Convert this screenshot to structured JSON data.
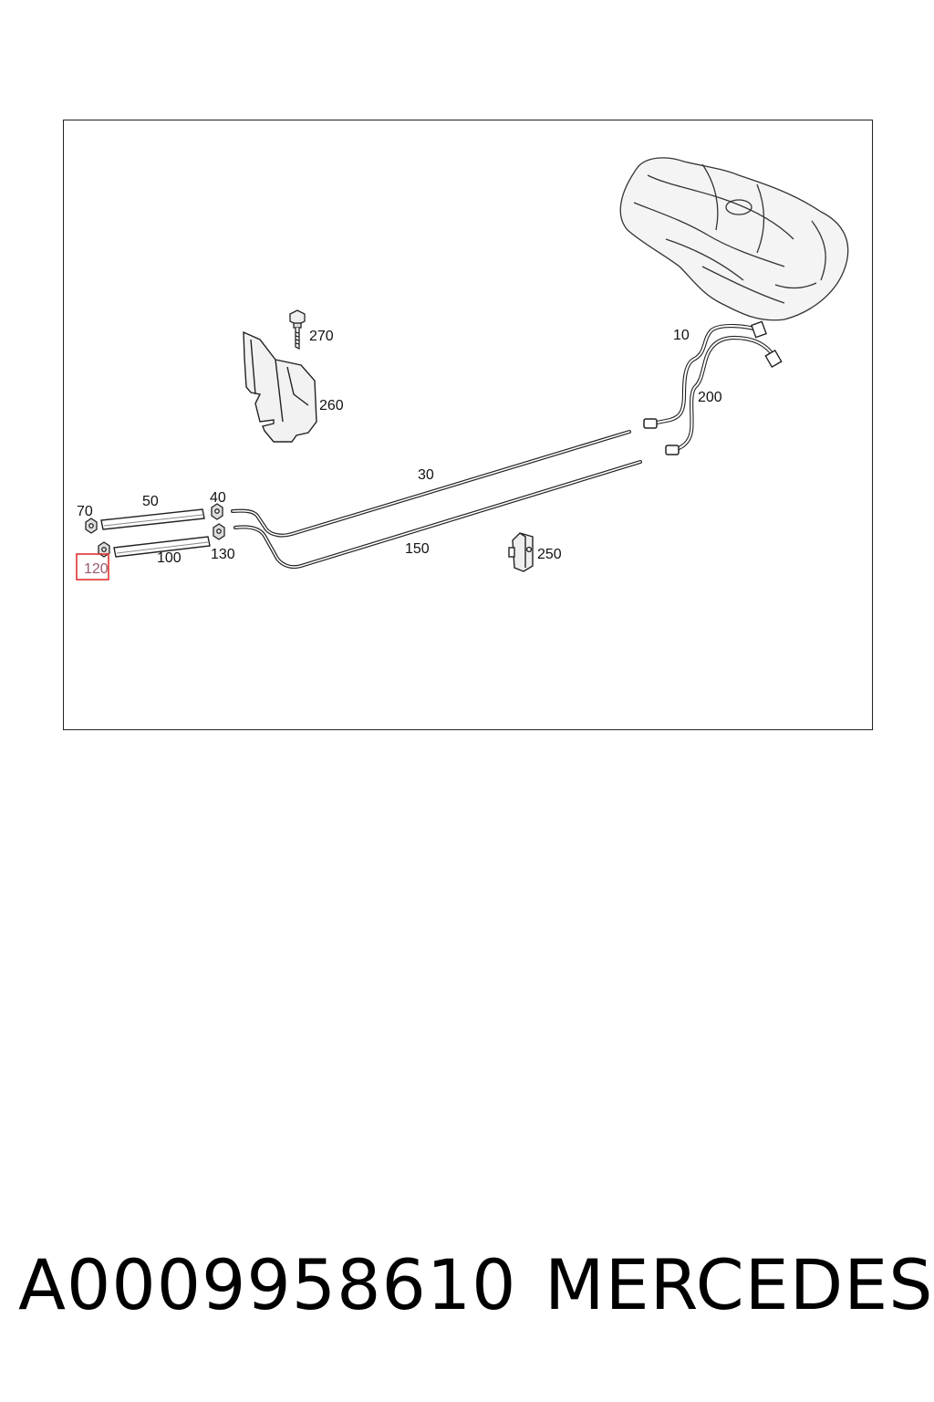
{
  "diagram": {
    "callouts": {
      "c10": "10",
      "c30": "30",
      "c40": "40",
      "c50": "50",
      "c70": "70",
      "c100": "100",
      "c120": "120",
      "c130": "130",
      "c150": "150",
      "c200": "200",
      "c250": "250",
      "c260": "260",
      "c270": "270"
    },
    "highlighted_callout": "120",
    "highlight_color": "#e0322e"
  },
  "footer": {
    "part_number": "A0009958610",
    "brand": "MERCEDES"
  }
}
